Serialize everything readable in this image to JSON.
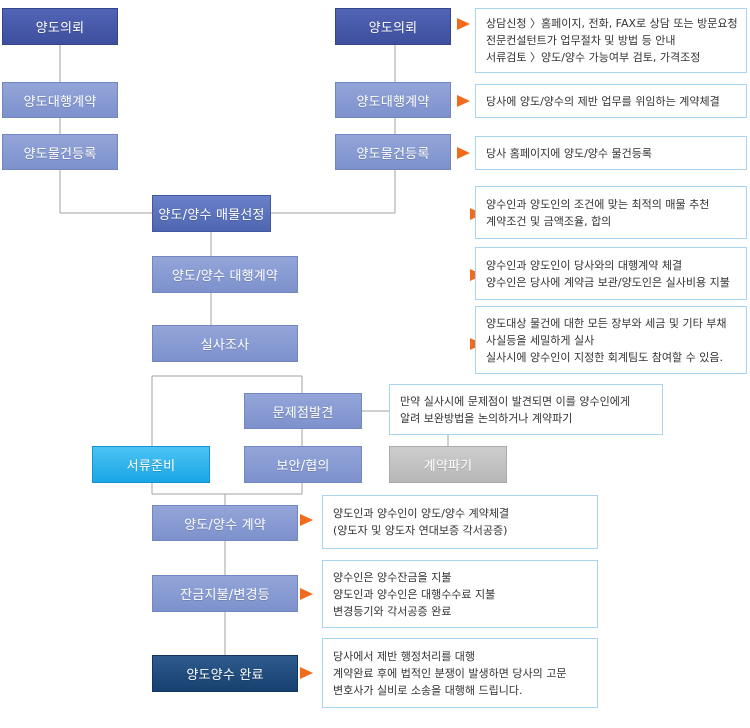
{
  "left_steps": {
    "inquiry": "양도의뢰",
    "brokerage": "양도대행계약",
    "register": "양도물건등록"
  },
  "right_steps": {
    "inquiry": "양도의뢰",
    "brokerage": "양도대행계약",
    "register": "양도물건등록"
  },
  "center_steps": {
    "select": "양도/양수 매물선정",
    "agency": "양도/양수 대행계약",
    "audit": "실사조사",
    "problem": "문제점발견",
    "docs": "서류준비",
    "supplement": "보안/협의",
    "cancel": "계약파기",
    "contract": "양도/양수 계약",
    "payment": "잔금지불/변경등",
    "complete": "양도양수 완료"
  },
  "notes": {
    "inquiry": [
      "상담신청 〉홈페이지, 전화, FAX로 상담 또는 방문요청",
      "전문컨설턴트가 업무절차 및 방법 등 안내",
      "서류검토 〉양도/양수 가능여부 검토, 가격조정"
    ],
    "brokerage": [
      "당사에 양도/양수의 제반 업무를 위임하는 계약체결"
    ],
    "register": [
      "당사 홈페이지에 양도/양수 물건등록"
    ],
    "select": [
      "양수인과 양도인의 조건에 맞는 최적의 매물 추천",
      "계약조건 및 금액조율, 합의"
    ],
    "agency": [
      "양수인과 양도인이 당사와의 대행계약 체결",
      "양수인은 당사에 계약금 보관/양도인은 실사비용 지불"
    ],
    "audit": [
      "양도대상 물건에 대한 모든 장부와 세금 및 기타 부채",
      "사실등을 세밀하게 실사",
      "실사시에 양수인이 지정한 회계팀도 참여할 수 있음."
    ],
    "problem": [
      "만약 실사시에 문제점이 발견되면 이를 양수인에게",
      "알려 보완방법을 논의하거나 계약파기"
    ],
    "contract": [
      "양도인과 양수인이 양도/양수 계약체결",
      "(양도자 및 양도자 연대보증 각서공증)"
    ],
    "payment": [
      "양수인은 양수잔금을 지불",
      "양도인과 양수인은 대행수수료 지불",
      "변경등기와 각서공증 완료"
    ],
    "complete": [
      "당사에서 제반 행정처리를 대행",
      "계약완료 후에 법적인 분쟁이 발생하면 당사의 고문",
      "변호사가 실비로 소송을 대행해 드립니다."
    ]
  },
  "colors": {
    "arrow": "#f26b1d",
    "connector": "#a0a0a0",
    "note_border": "#a7d5ef"
  }
}
